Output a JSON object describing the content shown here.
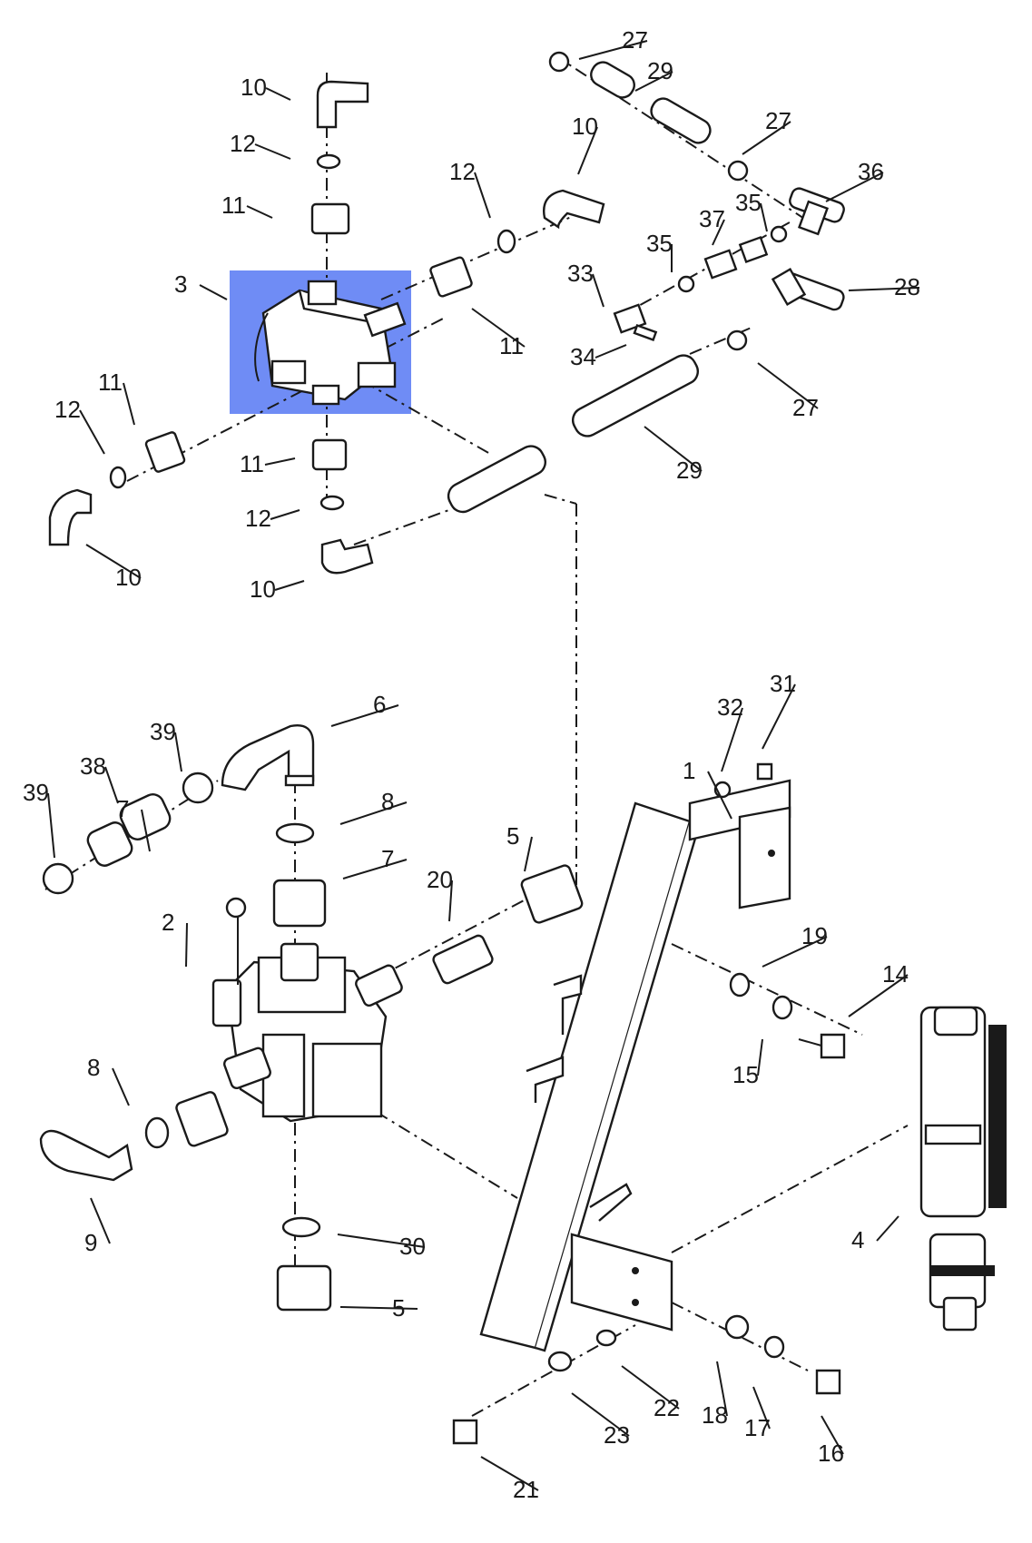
{
  "diagram": {
    "highlight_color": "#6f8cf5",
    "line_color": "#1a1a1a",
    "background": "#ffffff",
    "part_labels": [
      "1",
      "2",
      "3",
      "4",
      "5",
      "5",
      "6",
      "7",
      "7",
      "8",
      "8",
      "9",
      "10",
      "10",
      "10",
      "10",
      "11",
      "11",
      "11",
      "11",
      "12",
      "12",
      "12",
      "12",
      "14",
      "15",
      "16",
      "17",
      "18",
      "19",
      "20",
      "21",
      "22",
      "23",
      "27",
      "27",
      "27",
      "28",
      "29",
      "29",
      "30",
      "31",
      "32",
      "33",
      "34",
      "35",
      "35",
      "36",
      "37",
      "38",
      "39",
      "39"
    ]
  }
}
